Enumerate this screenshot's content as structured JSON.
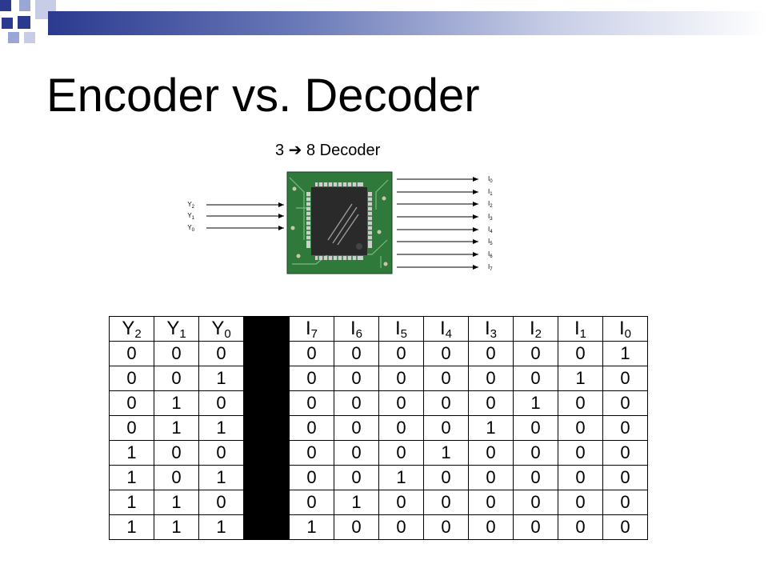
{
  "slide": {
    "title": "Encoder vs. Decoder",
    "decoder_label": "3 ➔ 8 Decoder"
  },
  "colors": {
    "header_dark": "#2b3a8f",
    "header_light": "#c7cde6",
    "chip_body": "#2a2a2a",
    "pcb_green": "#2f7a3a"
  },
  "diagram": {
    "input_labels": [
      {
        "base": "Y",
        "sub": "2"
      },
      {
        "base": "Y",
        "sub": "1"
      },
      {
        "base": "Y",
        "sub": "0"
      }
    ],
    "output_labels": [
      {
        "base": "I",
        "sub": "0"
      },
      {
        "base": "I",
        "sub": "1"
      },
      {
        "base": "I",
        "sub": "2"
      },
      {
        "base": "I",
        "sub": "3"
      },
      {
        "base": "I",
        "sub": "4"
      },
      {
        "base": "I",
        "sub": "5"
      },
      {
        "base": "I",
        "sub": "6"
      },
      {
        "base": "I",
        "sub": "7"
      }
    ]
  },
  "truth_table": {
    "input_headers": [
      {
        "base": "Y",
        "sub": "2"
      },
      {
        "base": "Y",
        "sub": "1"
      },
      {
        "base": "Y",
        "sub": "0"
      }
    ],
    "output_headers": [
      {
        "base": "I",
        "sub": "7"
      },
      {
        "base": "I",
        "sub": "6"
      },
      {
        "base": "I",
        "sub": "5"
      },
      {
        "base": "I",
        "sub": "4"
      },
      {
        "base": "I",
        "sub": "3"
      },
      {
        "base": "I",
        "sub": "2"
      },
      {
        "base": "I",
        "sub": "1"
      },
      {
        "base": "I",
        "sub": "0"
      }
    ],
    "rows": [
      {
        "inputs": [
          "0",
          "0",
          "0"
        ],
        "outputs": [
          "0",
          "0",
          "0",
          "0",
          "0",
          "0",
          "0",
          "1"
        ]
      },
      {
        "inputs": [
          "0",
          "0",
          "1"
        ],
        "outputs": [
          "0",
          "0",
          "0",
          "0",
          "0",
          "0",
          "1",
          "0"
        ]
      },
      {
        "inputs": [
          "0",
          "1",
          "0"
        ],
        "outputs": [
          "0",
          "0",
          "0",
          "0",
          "0",
          "1",
          "0",
          "0"
        ]
      },
      {
        "inputs": [
          "0",
          "1",
          "1"
        ],
        "outputs": [
          "0",
          "0",
          "0",
          "0",
          "1",
          "0",
          "0",
          "0"
        ]
      },
      {
        "inputs": [
          "1",
          "0",
          "0"
        ],
        "outputs": [
          "0",
          "0",
          "0",
          "1",
          "0",
          "0",
          "0",
          "0"
        ]
      },
      {
        "inputs": [
          "1",
          "0",
          "1"
        ],
        "outputs": [
          "0",
          "0",
          "1",
          "0",
          "0",
          "0",
          "0",
          "0"
        ]
      },
      {
        "inputs": [
          "1",
          "1",
          "0"
        ],
        "outputs": [
          "0",
          "1",
          "0",
          "0",
          "0",
          "0",
          "0",
          "0"
        ]
      },
      {
        "inputs": [
          "1",
          "1",
          "1"
        ],
        "outputs": [
          "1",
          "0",
          "0",
          "0",
          "0",
          "0",
          "0",
          "0"
        ]
      }
    ]
  }
}
